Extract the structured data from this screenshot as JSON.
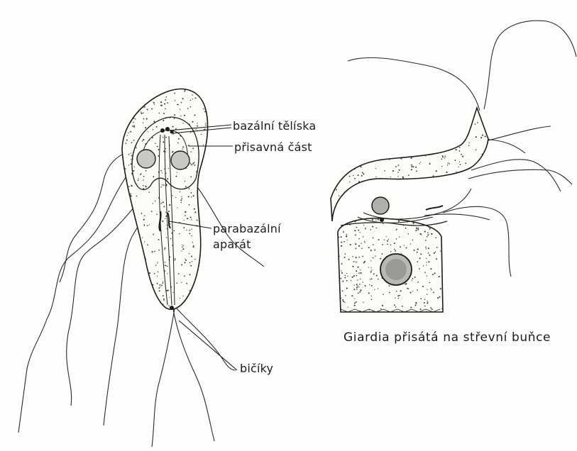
{
  "labels": {
    "basal_bodies": "bazální tělíska",
    "suction_part": "přisavná část",
    "parabasal_line1": "parabazální",
    "parabasal_line2": "aparát",
    "flagella": "bičíky"
  },
  "caption": "Giardia přisátá na střevní buňce",
  "colors": {
    "ink": "#1c1c1c",
    "paper": "#fdfdfb"
  }
}
